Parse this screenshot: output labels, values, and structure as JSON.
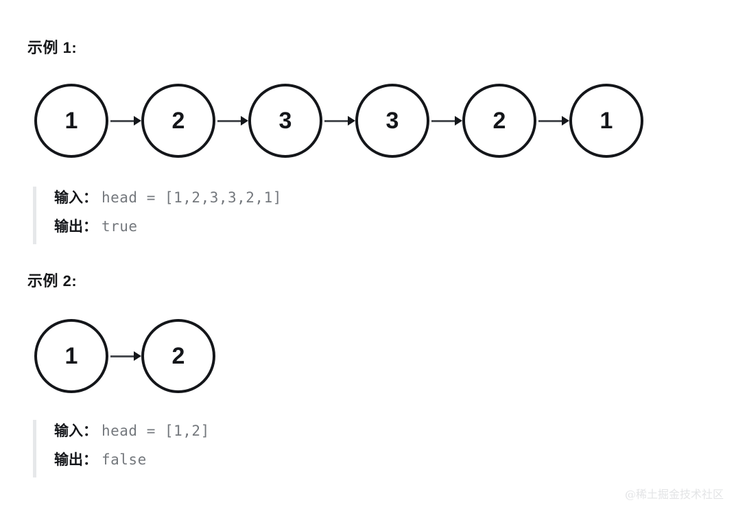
{
  "page": {
    "background_color": "#ffffff",
    "watermark": "@稀土掘金技术社区"
  },
  "examples": [
    {
      "heading": "示例 1:",
      "diagram": {
        "type": "linked-list",
        "nodes": [
          "1",
          "2",
          "3",
          "3",
          "2",
          "1"
        ],
        "arrow_icon": "arrow-right-icon"
      },
      "io": {
        "input_label": "输入：",
        "input_value": "head = [1,2,3,3,2,1]",
        "output_label": "输出：",
        "output_value": "true"
      }
    },
    {
      "heading": "示例 2:",
      "diagram": {
        "type": "linked-list",
        "nodes": [
          "1",
          "2"
        ],
        "arrow_icon": "arrow-right-icon"
      },
      "io": {
        "input_label": "输入：",
        "input_value": "head = [1,2]",
        "output_label": "输出：",
        "output_value": "false"
      }
    }
  ],
  "colors": {
    "node_border": "#14161a",
    "node_text": "#14161a",
    "arrow": "#4a4d52",
    "code_text": "#74787d",
    "label_text": "#14161a",
    "quote_border": "#e6e8ea",
    "watermark": "#e3e4e6"
  }
}
